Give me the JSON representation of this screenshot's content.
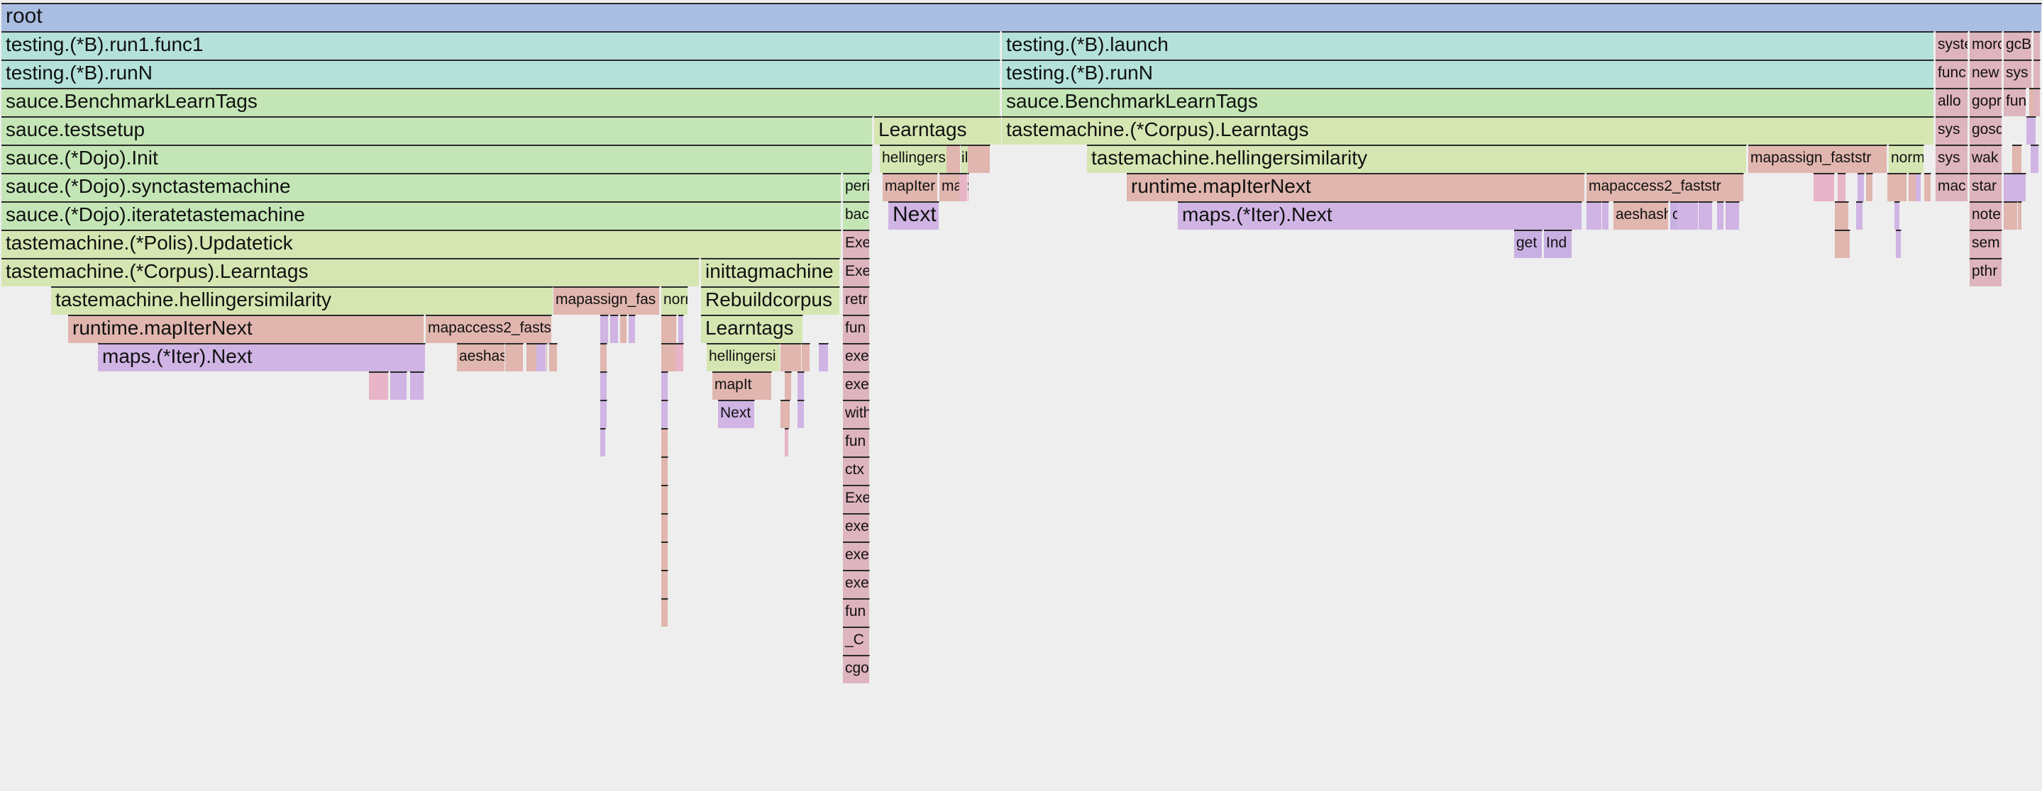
{
  "title": "root",
  "colors": {
    "root": "#aabde2",
    "testing": "#b4e2da",
    "sauce": "#c4e6b6",
    "taste": "#d6e6b2",
    "runtime": "#e0b6ae",
    "maps": "#d0b4e4",
    "misc": "#deb4be",
    "purple": "#c8b0e2",
    "pink": "#e8b4c8"
  },
  "frames": [
    {
      "label": "root",
      "kind": "root"
    },
    {
      "label": "testing.(*B).run1.func1",
      "kind": "testing"
    },
    {
      "label": "testing.(*B).launch",
      "kind": "testing"
    },
    {
      "label": "syste",
      "kind": "misc"
    },
    {
      "label": "morc",
      "kind": "misc"
    },
    {
      "label": "gcB",
      "kind": "misc"
    },
    {
      "label": "testing.(*B).runN",
      "kind": "testing"
    },
    {
      "label": "testing.(*B).runN",
      "kind": "testing"
    },
    {
      "label": "func",
      "kind": "misc"
    },
    {
      "label": "new",
      "kind": "misc"
    },
    {
      "label": "sys",
      "kind": "misc"
    },
    {
      "label": "sauce.BenchmarkLearnTags",
      "kind": "sauce"
    },
    {
      "label": "sauce.BenchmarkLearnTags",
      "kind": "sauce"
    },
    {
      "label": "allo",
      "kind": "misc"
    },
    {
      "label": "gopr",
      "kind": "misc"
    },
    {
      "label": "fun",
      "kind": "misc"
    },
    {
      "label": "sauce.testsetup",
      "kind": "sauce"
    },
    {
      "label": "Learntags",
      "kind": "taste"
    },
    {
      "label": "tastemachine.(*Corpus).Learntags",
      "kind": "taste"
    },
    {
      "label": "sys",
      "kind": "misc"
    },
    {
      "label": "gosc",
      "kind": "misc"
    },
    {
      "label": "sauce.(*Dojo).Init",
      "kind": "sauce"
    },
    {
      "label": "hellingersimil",
      "kind": "taste"
    },
    {
      "label": "tastemachine.hellingersimilarity",
      "kind": "taste"
    },
    {
      "label": "mapassign_faststr",
      "kind": "runtime"
    },
    {
      "label": "norm",
      "kind": "taste"
    },
    {
      "label": "sys",
      "kind": "misc"
    },
    {
      "label": "wak",
      "kind": "misc"
    },
    {
      "label": "sauce.(*Dojo).synctastemachine",
      "kind": "sauce"
    },
    {
      "label": "peri",
      "kind": "sauce"
    },
    {
      "label": "mapIter",
      "kind": "runtime"
    },
    {
      "label": "map",
      "kind": "runtime"
    },
    {
      "label": "runtime.mapIterNext",
      "kind": "runtime"
    },
    {
      "label": "mapaccess2_faststr",
      "kind": "runtime"
    },
    {
      "label": "mac",
      "kind": "misc"
    },
    {
      "label": "star",
      "kind": "misc"
    },
    {
      "label": "sauce.(*Dojo).iteratetastemachine",
      "kind": "sauce"
    },
    {
      "label": "bac",
      "kind": "sauce"
    },
    {
      "label": "Next",
      "kind": "maps"
    },
    {
      "label": "maps.(*Iter).Next",
      "kind": "maps"
    },
    {
      "label": "aeshash",
      "kind": "runtime"
    },
    {
      "label": "ctrls",
      "kind": "purple"
    },
    {
      "label": "note",
      "kind": "misc"
    },
    {
      "label": "tastemachine.(*Polis).Updatetick",
      "kind": "taste"
    },
    {
      "label": "Exe",
      "kind": "misc"
    },
    {
      "label": "get",
      "kind": "purple"
    },
    {
      "label": "Ind",
      "kind": "purple"
    },
    {
      "label": "sem",
      "kind": "misc"
    },
    {
      "label": "tastemachine.(*Corpus).Learntags",
      "kind": "taste"
    },
    {
      "label": "inittagmachine",
      "kind": "taste"
    },
    {
      "label": "Exe",
      "kind": "misc"
    },
    {
      "label": "pthr",
      "kind": "misc"
    },
    {
      "label": "tastemachine.hellingersimilarity",
      "kind": "taste"
    },
    {
      "label": "mapassign_fas",
      "kind": "runtime"
    },
    {
      "label": "norr",
      "kind": "taste"
    },
    {
      "label": "Rebuildcorpus",
      "kind": "taste"
    },
    {
      "label": "retr",
      "kind": "misc"
    },
    {
      "label": "runtime.mapIterNext",
      "kind": "runtime"
    },
    {
      "label": "mapaccess2_fasts",
      "kind": "runtime"
    },
    {
      "label": "Learntags",
      "kind": "taste"
    },
    {
      "label": "fun",
      "kind": "misc"
    },
    {
      "label": "maps.(*Iter).Next",
      "kind": "maps"
    },
    {
      "label": "aeshas",
      "kind": "runtime"
    },
    {
      "label": "hellingersi",
      "kind": "taste"
    },
    {
      "label": "exe",
      "kind": "misc"
    },
    {
      "label": "mapIt",
      "kind": "runtime"
    },
    {
      "label": "exe",
      "kind": "misc"
    },
    {
      "label": "Next",
      "kind": "maps"
    },
    {
      "label": "with",
      "kind": "misc"
    },
    {
      "label": "fun",
      "kind": "misc"
    },
    {
      "label": "ctx",
      "kind": "misc"
    },
    {
      "label": "Exe",
      "kind": "misc"
    },
    {
      "label": "exe",
      "kind": "misc"
    },
    {
      "label": "exe",
      "kind": "misc"
    },
    {
      "label": "exe",
      "kind": "misc"
    },
    {
      "label": "fun",
      "kind": "misc"
    },
    {
      "label": "_C",
      "kind": "misc"
    },
    {
      "label": "cgo",
      "kind": "misc"
    }
  ],
  "slivers": [
    {
      "kind": "runtime"
    },
    {
      "kind": "runtime"
    },
    {
      "kind": "maps"
    },
    {
      "kind": "maps"
    },
    {
      "kind": "runtime"
    },
    {
      "kind": "maps"
    },
    {
      "kind": "runtime"
    },
    {
      "kind": "maps"
    },
    {
      "kind": "pink"
    },
    {
      "kind": "pink"
    },
    {
      "kind": "maps"
    },
    {
      "kind": "maps"
    },
    {
      "kind": "runtime"
    },
    {
      "kind": "runtime"
    },
    {
      "kind": "runtime"
    },
    {
      "kind": "runtime"
    },
    {
      "kind": "maps"
    },
    {
      "kind": "runtime"
    },
    {
      "kind": "runtime"
    },
    {
      "kind": "pink"
    },
    {
      "kind": "runtime"
    },
    {
      "kind": "runtime"
    },
    {
      "kind": "maps"
    },
    {
      "kind": "runtime"
    },
    {
      "kind": "maps"
    },
    {
      "kind": "runtime"
    },
    {
      "kind": "maps"
    },
    {
      "kind": "pink"
    },
    {
      "kind": "pink"
    },
    {
      "kind": "pink"
    },
    {
      "kind": "maps"
    },
    {
      "kind": "runtime"
    },
    {
      "kind": "runtime"
    },
    {
      "kind": "runtime"
    },
    {
      "kind": "runtime"
    },
    {
      "kind": "maps"
    },
    {
      "kind": "maps"
    },
    {
      "kind": "runtime"
    },
    {
      "kind": "maps"
    },
    {
      "kind": "runtime"
    },
    {
      "kind": "maps"
    },
    {
      "kind": "maps"
    },
    {
      "kind": "runtime"
    },
    {
      "kind": "runtime"
    },
    {
      "kind": "runtime"
    },
    {
      "kind": "maps"
    },
    {
      "kind": "maps"
    },
    {
      "kind": "runtime"
    },
    {
      "kind": "maps"
    },
    {
      "kind": "maps"
    },
    {
      "kind": "maps"
    },
    {
      "kind": "maps"
    },
    {
      "kind": "maps"
    },
    {
      "kind": "runtime"
    },
    {
      "kind": "runtime"
    },
    {
      "kind": "runtime"
    },
    {
      "kind": "runtime"
    },
    {
      "kind": "runtime"
    },
    {
      "kind": "runtime"
    },
    {
      "kind": "runtime"
    },
    {
      "kind": "maps"
    },
    {
      "kind": "maps"
    },
    {
      "kind": "maps"
    },
    {
      "kind": "maps"
    },
    {
      "kind": "maps"
    },
    {
      "kind": "maps"
    },
    {
      "kind": "misc"
    },
    {
      "kind": "misc"
    },
    {
      "kind": "misc"
    }
  ]
}
